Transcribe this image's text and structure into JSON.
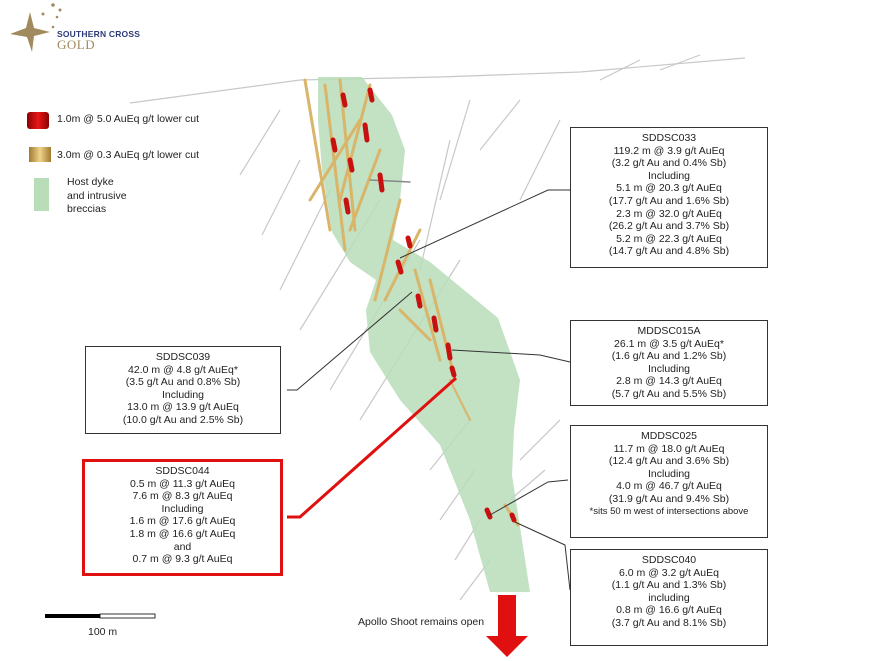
{
  "logo": {
    "line1": "SOUTHERN CROSS",
    "line2": "GOLD"
  },
  "legend": [
    {
      "label": "1.0m @ 5.0 AuEq g/t lower cut",
      "color": "#d41010"
    },
    {
      "label": "3.0m @ 0.3 AuEq g/t lower cut",
      "color": "#d9b56a"
    },
    {
      "label_lines": [
        "Host dyke",
        "and intrusive",
        "breccias"
      ],
      "color": "#b9dcb9"
    }
  ],
  "boxes": {
    "sddsc033": [
      "SDDSC033",
      "119.2 m @ 3.9 g/t AuEq",
      "(3.2 g/t Au and 0.4% Sb)",
      "Including",
      "5.1 m @ 20.3 g/t AuEq",
      "(17.7 g/t Au and 1.6% Sb)",
      "2.3 m @ 32.0 g/t AuEq",
      "(26.2 g/t Au and 3.7% Sb)",
      "5.2 m @ 22.3 g/t AuEq",
      "(14.7 g/t Au and 4.8% Sb)"
    ],
    "mddsc015a": [
      "MDDSC015A",
      "26.1 m @ 3.5 g/t AuEq*",
      "(1.6 g/t Au and 1.2% Sb)",
      "Including",
      "2.8 m @ 14.3 g/t AuEq",
      "(5.7 g/t Au and 5.5% Sb)"
    ],
    "mddsc025": [
      "MDDSC025",
      "11.7 m @ 18.0 g/t AuEq",
      "(12.4 g/t Au and 3.6% Sb)",
      "Including",
      "4.0 m @ 46.7 g/t AuEq",
      "(31.9 g/t Au and 9.4% Sb)",
      "*sits 50 m west of intersections above"
    ],
    "sddsc040": [
      "SDDSC040",
      "6.0 m @ 3.2 g/t AuEq",
      "(1.1 g/t Au and 1.3% Sb)",
      "including",
      "0.8 m @ 16.6 g/t AuEq",
      "(3.7 g/t Au and 8.1% Sb)"
    ],
    "sddsc039": [
      "SDDSC039",
      "42.0 m @ 4.8 g/t AuEq*",
      "(3.5 g/t Au and 0.8% Sb)",
      "Including",
      "13.0 m @ 13.9 g/t AuEq",
      "(10.0 g/t Au and 2.5% Sb)"
    ],
    "sddsc044": [
      "SDDSC044",
      "0.5 m @ 11.3 g/t AuEq",
      "7.6 m @ 8.3 g/t AuEq",
      "Including",
      "1.6 m @ 17.6 g/t AuEq",
      "1.8 m @ 16.6 g/t AuEq",
      "and",
      "0.7 m @ 9.3 g/t AuEq"
    ]
  },
  "scale_label": "100 m",
  "caption": "Apollo Shoot remains open",
  "colors": {
    "highlight": "#e01010",
    "dyke": "#b9dcb9"
  }
}
